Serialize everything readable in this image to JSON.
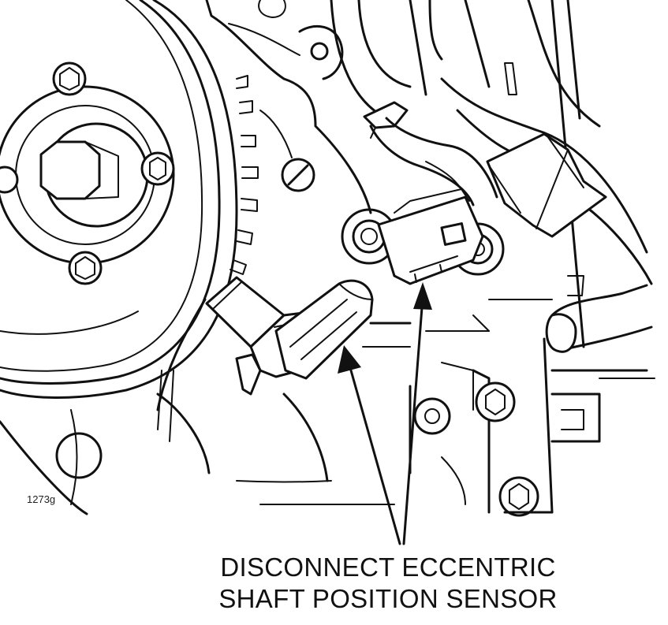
{
  "figure": {
    "id": "1273g",
    "caption_lines": [
      "DISCONNECT ECCENTRIC",
      "SHAFT POSITION SENSOR"
    ]
  },
  "colors": {
    "ink": "#111111",
    "paper": "#ffffff"
  }
}
